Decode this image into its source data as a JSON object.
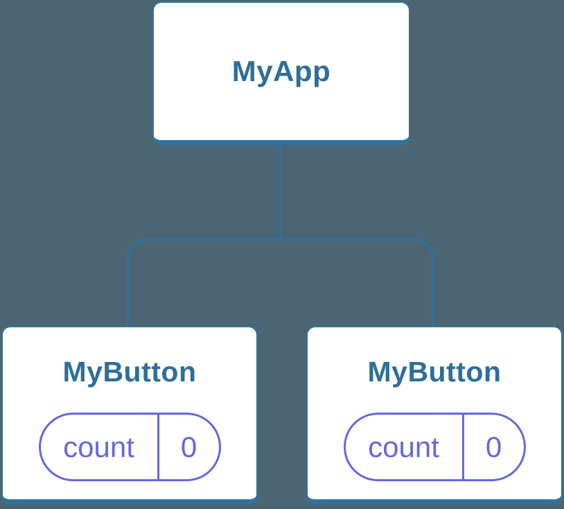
{
  "diagram": {
    "type": "component-tree",
    "background": "#4b6672",
    "accent_blue": "#2f72a2",
    "text_blue": "#2e6e99",
    "accent_purple": "#6467e0",
    "root": {
      "label": "MyApp"
    },
    "children": [
      {
        "label": "MyButton",
        "state": {
          "name": "count",
          "value": "0"
        }
      },
      {
        "label": "MyButton",
        "state": {
          "name": "count",
          "value": "0"
        }
      }
    ]
  }
}
